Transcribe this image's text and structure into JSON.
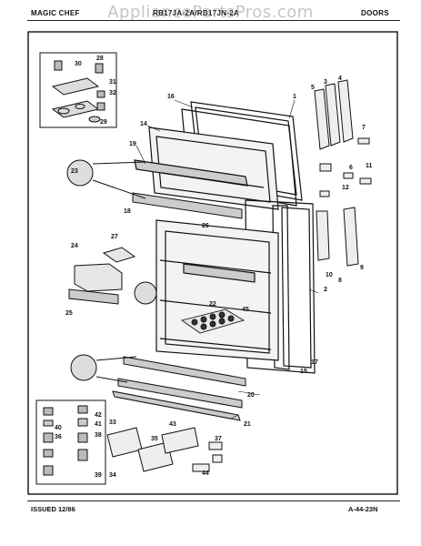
{
  "header": {
    "brand": "MAGIC CHEF",
    "model": "RB17JA-2A/RB17JN-2A",
    "section": "DOORS",
    "watermark": "AppliancePartsPros.com"
  },
  "footer": {
    "issued": "ISSUED 12/86",
    "page_code": "A-44-23N"
  },
  "callouts": [
    "1",
    "2",
    "3",
    "4",
    "5",
    "6",
    "7",
    "8",
    "9",
    "10",
    "11",
    "12",
    "14",
    "15",
    "16",
    "17",
    "18",
    "19",
    "20",
    "21",
    "22",
    "23",
    "24",
    "25",
    "26",
    "27",
    "28",
    "29",
    "30",
    "31",
    "32",
    "33",
    "34",
    "35",
    "36",
    "37",
    "38",
    "39",
    "40",
    "41",
    "42",
    "43",
    "44",
    "45"
  ]
}
